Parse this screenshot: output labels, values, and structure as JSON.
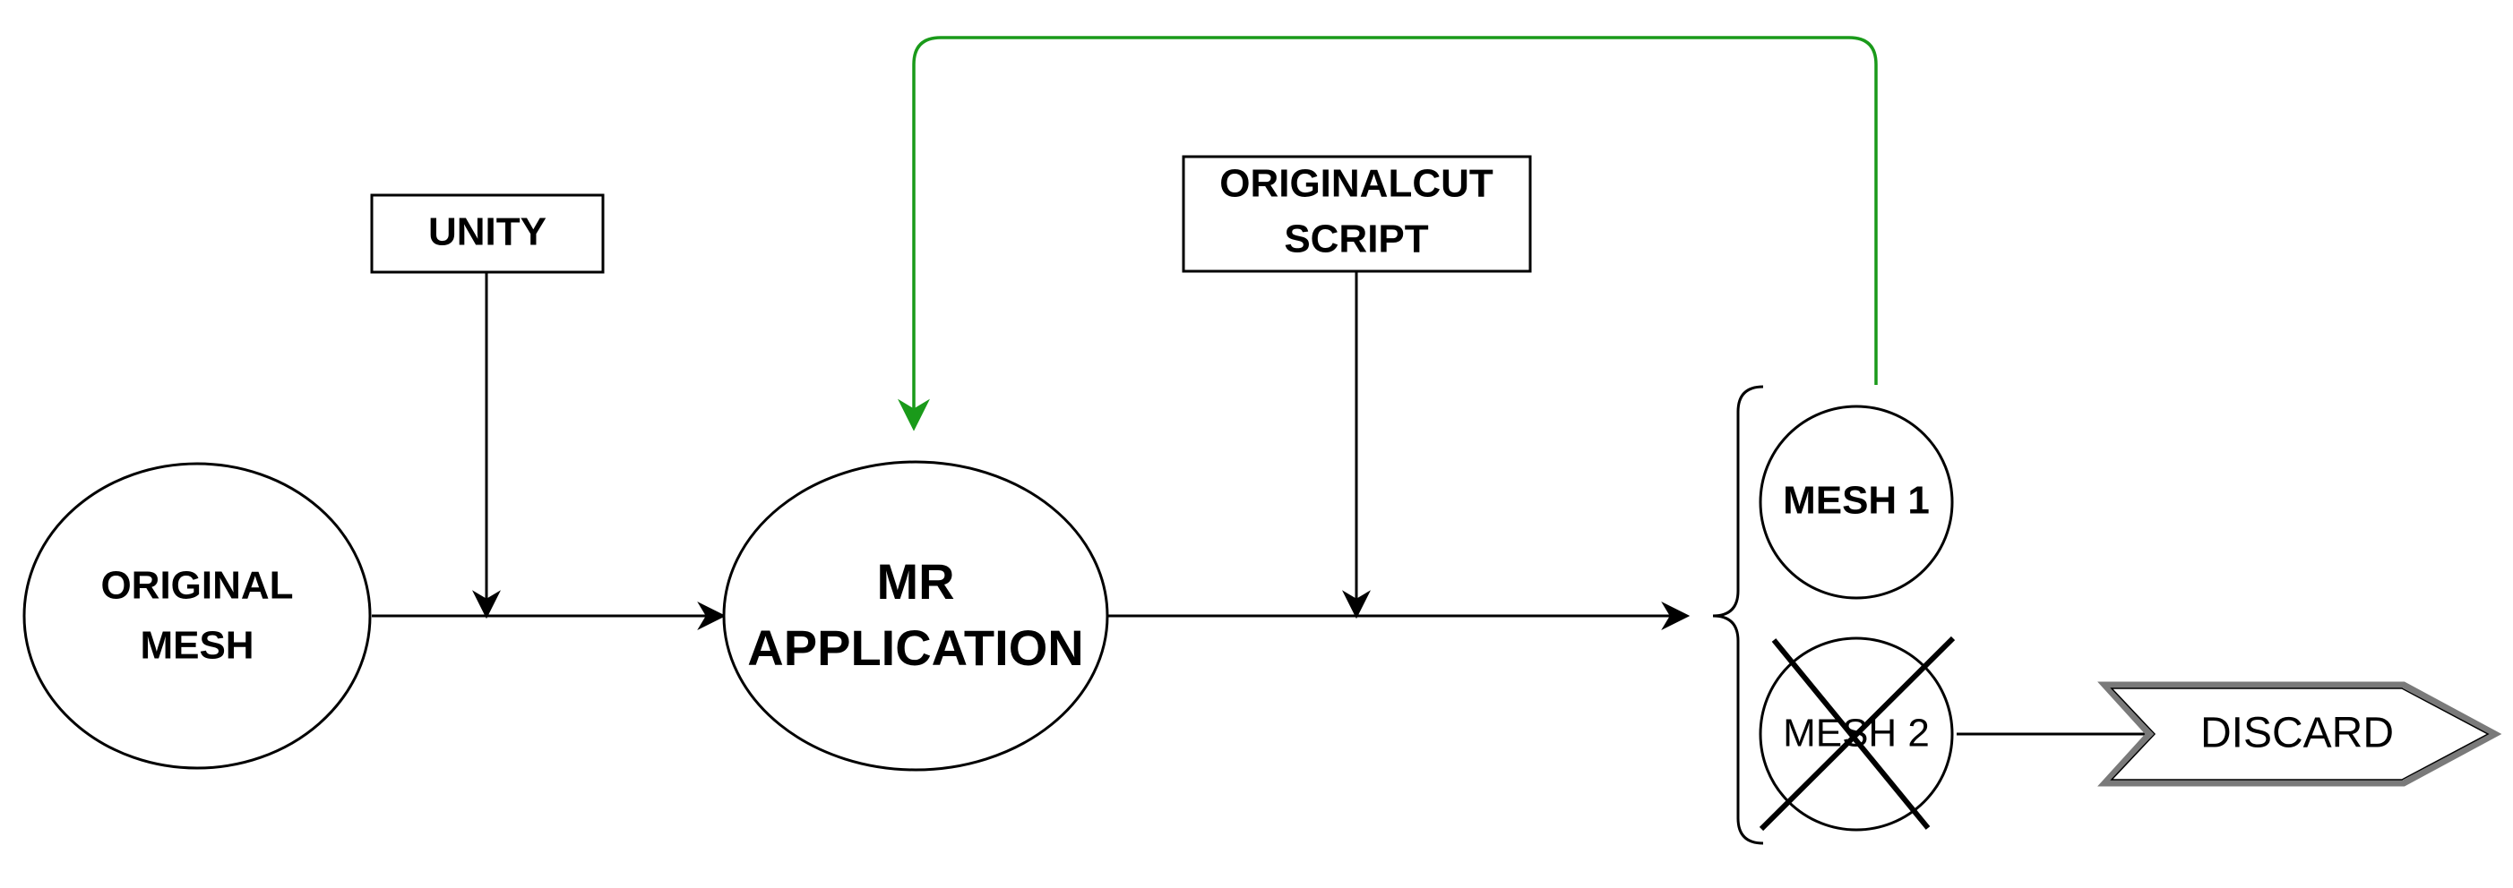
{
  "nodes": {
    "original_mesh": {
      "line1": "ORIGINAL",
      "line2": "MESH"
    },
    "unity": {
      "label": "UNITY"
    },
    "mr_application": {
      "line1": "MR",
      "line2": "APPLICATION"
    },
    "originalcut_script": {
      "line1": "ORIGINALCUT",
      "line2": "SCRIPT"
    },
    "mesh1": {
      "label": "MESH 1"
    },
    "mesh2": {
      "label": "MESH 2"
    },
    "discard": {
      "label": "DISCARD"
    }
  },
  "colors": {
    "stroke": "#000000",
    "feedback": "#1a9a1a",
    "discard_border": "#7a7a7a",
    "background": "#ffffff"
  }
}
